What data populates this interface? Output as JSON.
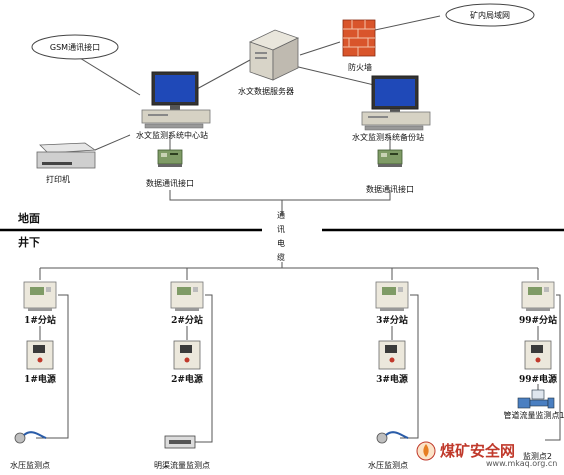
{
  "surface": {
    "gsm_label": "GSM通讯接口",
    "server_label": "水文数据服务器",
    "firewall_label": "防火墙",
    "lan_label": "矿内局域网",
    "center_label": "水文监测系统中心站",
    "backup_label": "水文监测系统备份站",
    "printer_label": "打印机",
    "data_if_left": "数据通讯接口",
    "data_if_right": "数据通讯接口",
    "ground_label": "地面",
    "underground_label": "井下",
    "cable_label": "通讯电缆"
  },
  "substations": [
    {
      "station": "1#分站",
      "power": "1#电源",
      "sensor": "水压监测点"
    },
    {
      "station": "2#分站",
      "power": "2#电源",
      "sensor": "明渠流量监测点"
    },
    {
      "station": "3#分站",
      "power": "3#电源",
      "sensor": "水压监测点"
    },
    {
      "station": "99#分站",
      "power": "99#电源",
      "sensor": "管道流量监测点1",
      "sensor2": "监测点2"
    }
  ],
  "watermark": {
    "text": "煤矿安全网",
    "url": "www.mkaq.org.cn"
  },
  "colors": {
    "firewall": "#d9552b",
    "monitor_screen": "#1f49b8",
    "chassis": "#d6d2c4",
    "device_green": "#7f9b66",
    "box_fill": "#ece8dc",
    "line": "#555555",
    "watermark": "#c0392b"
  },
  "icons": [
    "computer-icon",
    "server-icon",
    "firewall-icon",
    "cloud-icon",
    "printer-icon",
    "interface-board-icon",
    "substation-box-icon",
    "power-box-icon",
    "pressure-sensor-icon",
    "flow-meter-icon",
    "channel-sensor-icon",
    "flame-logo-icon"
  ]
}
